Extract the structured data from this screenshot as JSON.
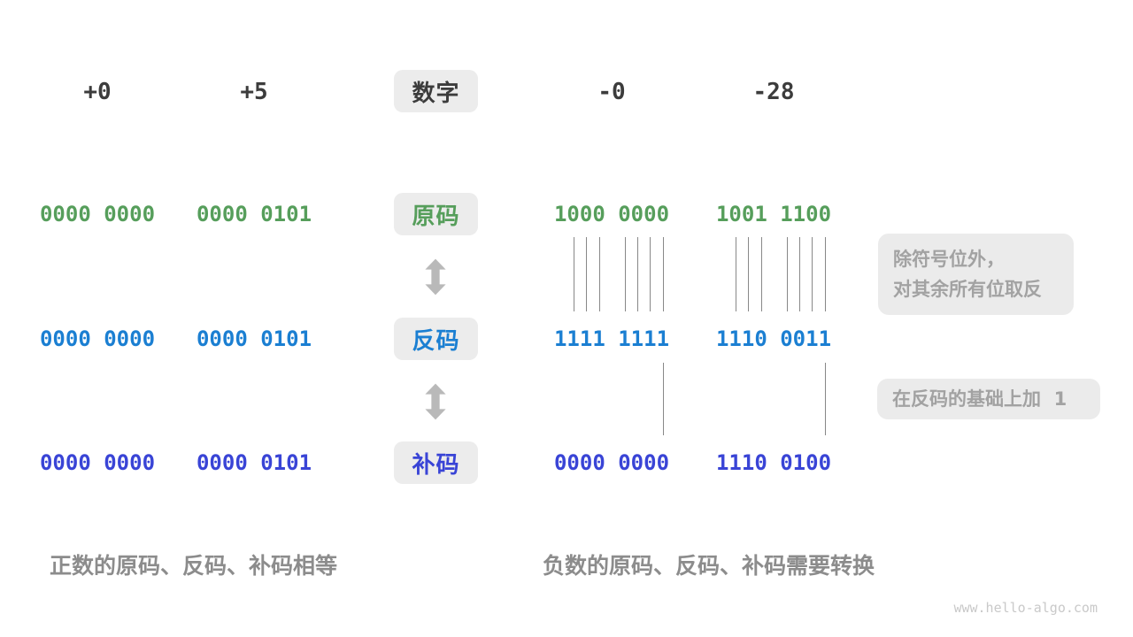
{
  "header": {
    "label": "数字",
    "values": [
      "+0",
      "+5",
      "-0",
      "-28"
    ]
  },
  "rows": [
    {
      "label": "原码",
      "color": "#569e5b",
      "values": [
        "0000 0000",
        "0000 0101",
        "1000 0000",
        "1001 1100"
      ]
    },
    {
      "label": "反码",
      "color": "#1b7fd2",
      "values": [
        "0000 0000",
        "0000 0101",
        "1111 1111",
        "1110 0011"
      ]
    },
    {
      "label": "补码",
      "color": "#3944d6",
      "values": [
        "0000 0000",
        "0000 0101",
        "0000 0000",
        "1110 0100"
      ]
    }
  ],
  "annotations": {
    "invert_line1": "除符号位外，",
    "invert_line2": "对其余所有位取反",
    "add_one": "在反码的基础上加  1"
  },
  "captions": {
    "positive": "正数的原码、反码、补码相等",
    "negative": "负数的原码、反码、补码需要转换"
  },
  "watermark": "www.hello-algo.com",
  "colors": {
    "number_text": "#3c3c3c",
    "box_bg": "#ececec",
    "arrow": "#b9b9b9",
    "mapping_line": "#888888",
    "annotation_text": "#a2a2a2",
    "caption_text": "#8c8c8c",
    "watermark": "#c9c9c9"
  }
}
